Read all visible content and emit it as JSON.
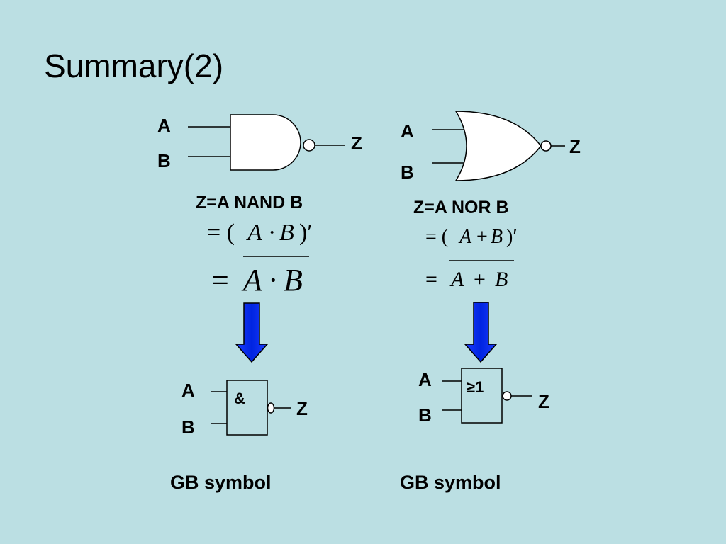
{
  "title": "Summary(2)",
  "nand": {
    "input_a": "A",
    "input_b": "B",
    "output": "Z",
    "expression": "Z=A NAND B",
    "eq1_prefix": "= (",
    "eq1_a": "A",
    "eq1_op": "·",
    "eq1_b": "B",
    "eq1_suffix": ")′",
    "eq2_prefix": "=",
    "eq2_a": "A",
    "eq2_op": "·",
    "eq2_b": "B",
    "gb_symbol": "&",
    "gb_input_a": "A",
    "gb_input_b": "B",
    "gb_output": "Z",
    "caption": "GB symbol"
  },
  "nor": {
    "input_a": "A",
    "input_b": "B",
    "output": "Z",
    "expression": "Z=A NOR B",
    "eq1_prefix": "= (",
    "eq1_a": "A",
    "eq1_op": "+",
    "eq1_b": "B",
    "eq1_suffix": ")′",
    "eq2_prefix": "=",
    "eq2_a": "A",
    "eq2_op": "+",
    "eq2_b": "B",
    "gb_symbol": "≥1",
    "gb_input_a": "A",
    "gb_input_b": "B",
    "gb_output": "Z",
    "caption": "GB symbol"
  },
  "colors": {
    "background": "#bbdfe3",
    "arrow": "#0033ee",
    "gate_fill": "#ffffff",
    "stroke": "#000000"
  }
}
